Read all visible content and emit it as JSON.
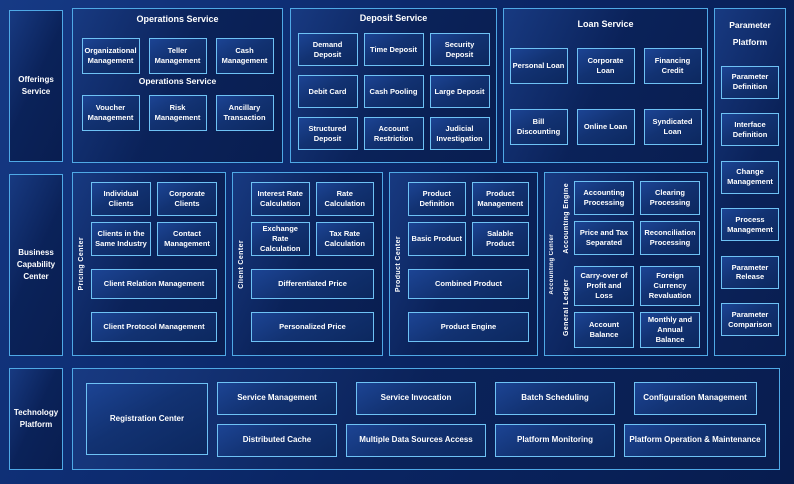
{
  "colors": {
    "background": "#0a2563",
    "panel_border": "#4fa9e6",
    "box_border": "#6ec2f5",
    "box_fill": "#123272",
    "text": "#ffffff"
  },
  "left_rail": {
    "offerings": "Offerings Service",
    "business": "Business Capability Center",
    "technology": "Technology Platform"
  },
  "operations": {
    "title": "Operations Service",
    "subtitle": "Operations Service",
    "row1": [
      "Organizational Management",
      "Teller Management",
      "Cash Management"
    ],
    "row2": [
      "Voucher Management",
      "Risk Management",
      "Ancillary Transaction"
    ]
  },
  "deposit": {
    "title": "Deposit Service",
    "rows": [
      [
        "Demand Deposit",
        "Time Deposit",
        "Security Deposit"
      ],
      [
        "Debit Card",
        "Cash Pooling",
        "Large Deposit"
      ],
      [
        "Structured Deposit",
        "Account Restriction",
        "Judicial Investigation"
      ]
    ]
  },
  "loan": {
    "title": "Loan Service",
    "rows": [
      [
        "Personal Loan",
        "Corporate Loan",
        "Financing Credit"
      ],
      [
        "Bill Discounting",
        "Online Loan",
        "Syndicated Loan"
      ]
    ]
  },
  "parameter_platform": {
    "title": "Parameter Platform",
    "boxes": [
      "Parameter Definition",
      "Interface Definition",
      "Change Management",
      "Process Management",
      "Parameter Release",
      "Parameter Comparison"
    ]
  },
  "pricing_center": {
    "side_label": "Pricing Center",
    "small": [
      "Individual Clients",
      "Corporate Clients",
      "Clients in the Same Industry",
      "Contact Management"
    ],
    "wide": [
      "Client Relation Management",
      "Client Protocol Management"
    ]
  },
  "client_center": {
    "side_label": "Client Center",
    "small": [
      "Interest Rate Calculation",
      "Rate Calculation",
      "Exchange Rate Calculation",
      "Tax Rate Calculation"
    ],
    "wide": [
      "Differentiated Price",
      "Personalized Price"
    ]
  },
  "product_center": {
    "side_label": "Product Center",
    "small": [
      "Product Definition",
      "Product Management",
      "Basic Product",
      "Salable Product"
    ],
    "wide": [
      "Combined Product",
      "Product Engine"
    ]
  },
  "accounting_center": {
    "side_label": "Accounting Center",
    "groups": [
      {
        "side_label": "Accounting Engine",
        "boxes": [
          "Accounting Processing",
          "Clearing Processing",
          "Price and Tax Separated",
          "Reconciliation Processing"
        ]
      },
      {
        "side_label": "General Ledger",
        "boxes": [
          "Carry-over of Profit and Loss",
          "Foreign Currency Revaluation",
          "Account Balance",
          "Monthly and Annual Balance"
        ]
      }
    ]
  },
  "technology_row": {
    "registration": "Registration Center",
    "columns": [
      [
        "Service Management",
        "Distributed Cache"
      ],
      [
        "Service Invocation",
        "Multiple Data Sources Access"
      ],
      [
        "Batch Scheduling",
        "Platform Monitoring"
      ],
      [
        "Configuration Management",
        "Platform Operation & Maintenance"
      ]
    ]
  }
}
